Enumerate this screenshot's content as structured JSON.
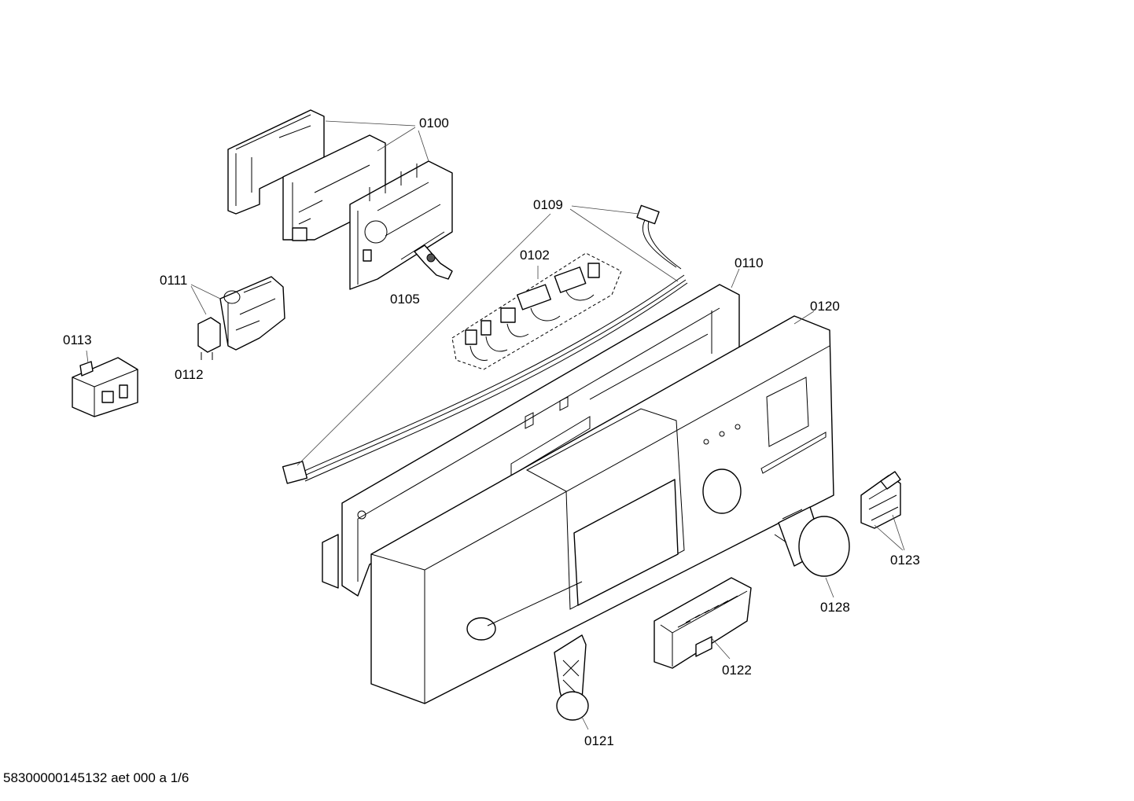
{
  "labels": {
    "p0100": "0100",
    "p0109": "0109",
    "p0102": "0102",
    "p0110": "0110",
    "p0111": "0111",
    "p0105": "0105",
    "p0120": "0120",
    "p0113": "0113",
    "p0112": "0112",
    "p0123": "0123",
    "p0128": "0128",
    "p0122": "0122",
    "p0121": "0121"
  },
  "footer": {
    "code": "58300000145132 aet 000 a 1/6"
  }
}
